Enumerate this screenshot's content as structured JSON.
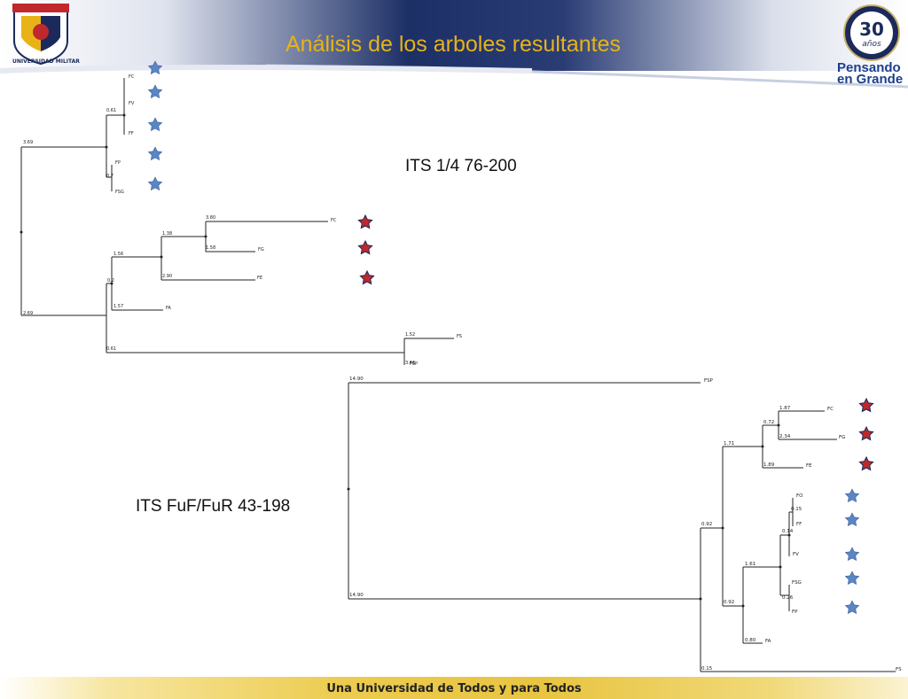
{
  "slide": {
    "title": "Análisis de los arboles resultantes",
    "logo_left_label": "UNIVERSIDAD MILITAR",
    "slogan_line1": "Pensando",
    "slogan_line2": "en Grande",
    "badge_text": "30",
    "badge_sub": "años",
    "footer": "Una Universidad de Todos y para Todos"
  },
  "colors": {
    "title": "#e7b318",
    "navy": "#1b2a5a",
    "blue_star": "#5b86c6",
    "red_star": "#c0282b",
    "tree_line": "#222222"
  },
  "tree1": {
    "label": "ITS 1/4  76-200",
    "branch_lengths": [
      "0.61",
      "3.69",
      "0.7",
      "3.80",
      "1.38",
      "1.58",
      "1.56",
      "2.90",
      "0.2",
      "1.57",
      "2.69",
      "1.52",
      "3.66",
      "0.61"
    ],
    "leaves": [
      "FC",
      "FV",
      "FF",
      "FP",
      "FSG",
      "FC",
      "FG",
      "FE",
      "FA",
      "FS",
      "FSP"
    ]
  },
  "tree2": {
    "label": "ITS FuF/FuR 43-198",
    "branch_lengths": [
      "14.90",
      "14.90",
      "1.87",
      "0.72",
      "2.34",
      "1.71",
      "1.89",
      "0.92",
      "0.15",
      "0.14",
      "1.61",
      "0.26",
      "0.92",
      "0.80",
      "0.15"
    ],
    "leaves": [
      "FSP",
      "FC",
      "FG",
      "FE",
      "FO",
      "FF",
      "FV",
      "FSG",
      "FP",
      "FA",
      "FS"
    ]
  },
  "stars": {
    "tree1_blue": 5,
    "tree1_red": 3,
    "tree2_red": 3,
    "tree2_blue": 5
  }
}
